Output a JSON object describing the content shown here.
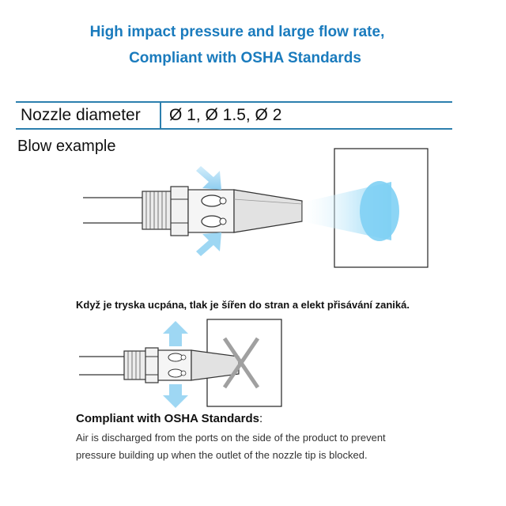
{
  "headline": {
    "line1": "High impact pressure and large flow rate,",
    "line2": "Compliant with OSHA Standards"
  },
  "spec_table": {
    "label": "Nozzle diameter",
    "value": "Ø  1, Ø  1.5, Ø  2"
  },
  "blow_example": {
    "title": "Blow example"
  },
  "blocked_example": {
    "caption": "Když je tryska ucpána, tlak je šířen do stran a elekt přisávání zaniká."
  },
  "osha_note": {
    "title": "Compliant with OSHA Standards",
    "title_suffix": ":",
    "line1": "Air is discharged from the ports on the side of the product to prevent",
    "line2": "pressure building up when the outlet of the nozzle tip is blocked."
  },
  "colors": {
    "accent": "#1a7bbd",
    "rule": "#2c7fae",
    "arrow": "#8ecdf0",
    "blow_cone": "#7fd0f4",
    "blocked_x": "#a0a0a0"
  }
}
